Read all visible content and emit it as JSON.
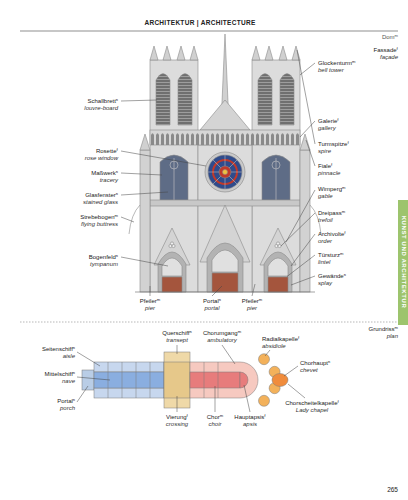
{
  "diagram": {
    "title": "ARCHITEKTUR | ARCHITECTURE",
    "labels": [
      "Domᵐ",
      "Fassadeᶠ",
      "façade",
      "Schallbrettⁿ",
      "louvre-board",
      "Rosetteᶠ",
      "rose window",
      "Maßwerkⁿ",
      "tracery",
      "Glasfensterⁿ",
      "stained glass",
      "Strebebogenᵐ",
      "flying buttress",
      "Bogenfeldⁿ",
      "tympanum",
      "Pfeilerᵐ",
      "pier",
      "Portalⁿ",
      "portal",
      "Pfeilerᵐ",
      "pier",
      "Glockenturmᵐ",
      "bell tower",
      "Galerieᶠ",
      "gallery",
      "Turmspitzeᶠ",
      "spire",
      "Fialeᶠ",
      "pinnacle",
      "Wimpergᵐ",
      "gable",
      "Dreipassᵐ",
      "trefoil",
      "Archivolteᶠ",
      "order",
      "Türsturzᵐ",
      "lintel",
      "Gewändeⁿ",
      "splay",
      "KUNST UND ARCHITEKTUR",
      "Grundrissᵐ",
      "plan",
      "Querschiffⁿ",
      "transept",
      "Chorumgangᵐ",
      "ambulatory",
      "Radialkapelleᶠ",
      "absidiole",
      "Seitenschiffⁿ",
      "aisle",
      "Mittelschiffⁿ",
      "nave",
      "Portalⁿ",
      "porch",
      "Vierungᶠ",
      "crossing",
      "Chorᵐ",
      "choir",
      "Hauptapsisᶠ",
      "apsis",
      "Chorhauptⁿ",
      "chevet",
      "Chorscheitelkapelleᶠ",
      "Lady chapel",
      "265"
    ]
  }
}
